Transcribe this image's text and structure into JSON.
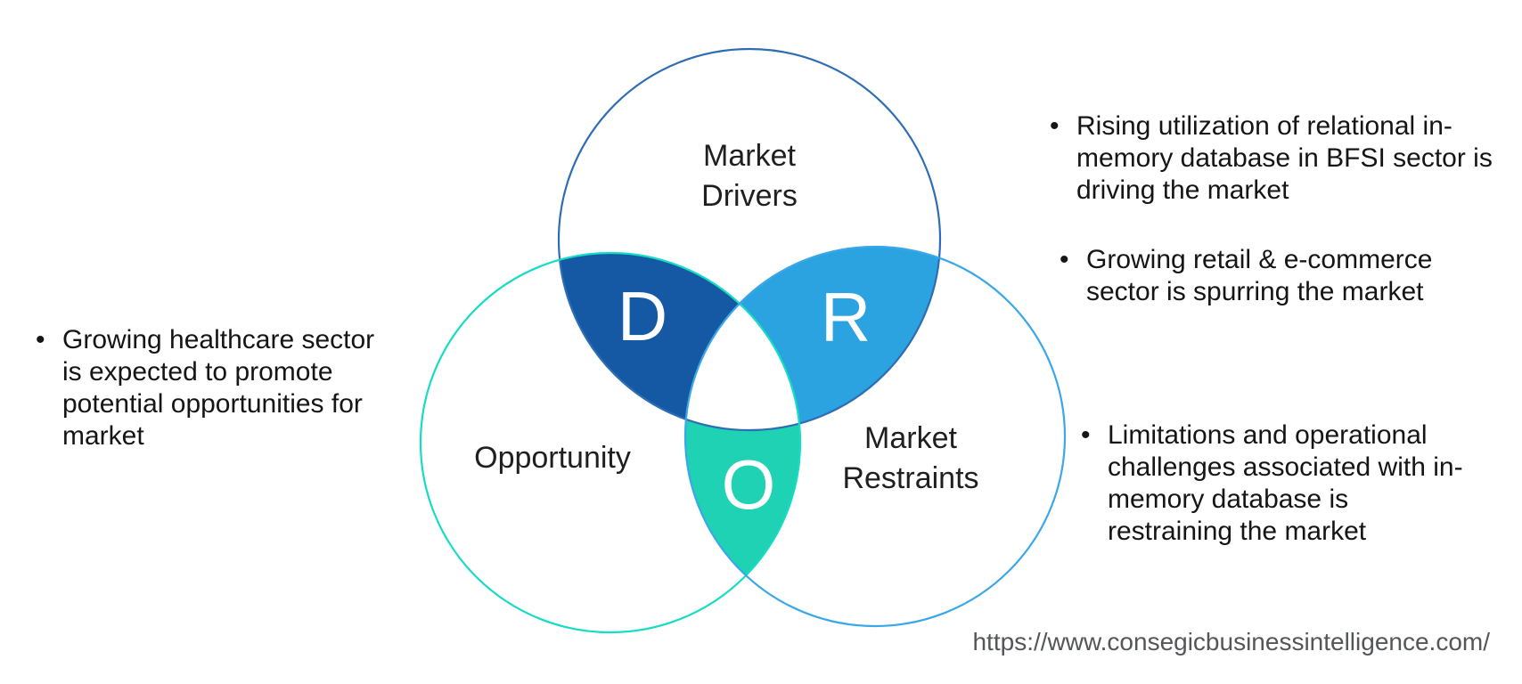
{
  "colors": {
    "drivers_stroke": "#2e6db4",
    "opportunity_stroke": "#16dcc4",
    "restraints_stroke": "#3aa7ea",
    "d_overlap_fill": "#1559a5",
    "r_overlap_fill": "#2aa3e0",
    "o_overlap_fill": "#1ed2b3",
    "center_fill": "#ffffff",
    "bullet_text": "#151515",
    "url_text": "#54565a"
  },
  "venn": {
    "drivers": {
      "label": "Market\nDrivers",
      "letter": "D"
    },
    "opportunity": {
      "label": "Opportunity",
      "letter": "O"
    },
    "restraints": {
      "label": "Market\nRestraints",
      "letter": "R"
    }
  },
  "bullets": {
    "left": [
      {
        "marker": "•",
        "text": "Growing healthcare sector\nis expected to promote\npotential opportunities for\nmarket"
      }
    ],
    "right": [
      {
        "marker": "•",
        "text": "Rising utilization of relational in-\nmemory database in BFSI sector is\ndriving the market"
      },
      {
        "marker": "•",
        "text": "Growing retail & e-commerce\nsector is spurring the market"
      },
      {
        "marker": "•",
        "text": "Limitations and operational\nchallenges associated with in-\nmemory database is\nrestraining the market"
      }
    ]
  },
  "footer": {
    "source_url": "https://www.consegicbusinessintelligence.com/"
  }
}
